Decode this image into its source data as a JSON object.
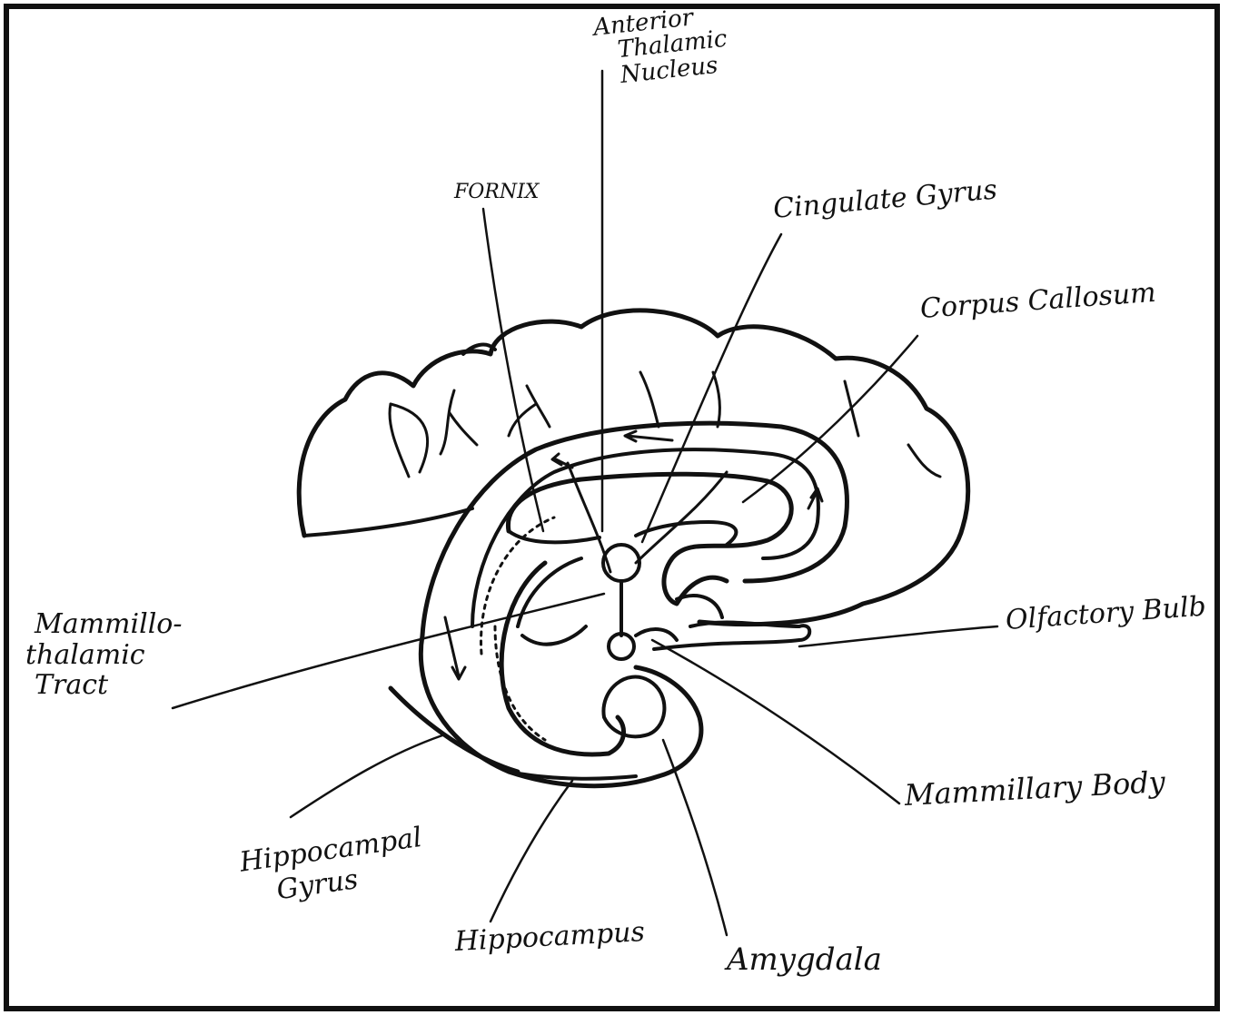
{
  "labels": {
    "anterior_thalamic_nucleus": [
      "Anterior",
      "Thalamic",
      "Nucleus"
    ],
    "fornix": "FORNIX",
    "cingulate_gyrus": "Cingulate Gyrus",
    "corpus_callosum": "Corpus Callosum",
    "olfactory_bulb": "Olfactory Bulb",
    "mammillothalamic_tract": [
      "Mammillo-",
      "thalamic",
      "Tract"
    ],
    "mammillary_body": "Mammillary Body",
    "hippocampal_gyrus": [
      "Hippocampal",
      "Gyrus"
    ],
    "hippocampus": "Hippocampus",
    "amygdala": "Amygdala"
  },
  "colors": {
    "ink": "#111111",
    "paper": "#ffffff"
  }
}
